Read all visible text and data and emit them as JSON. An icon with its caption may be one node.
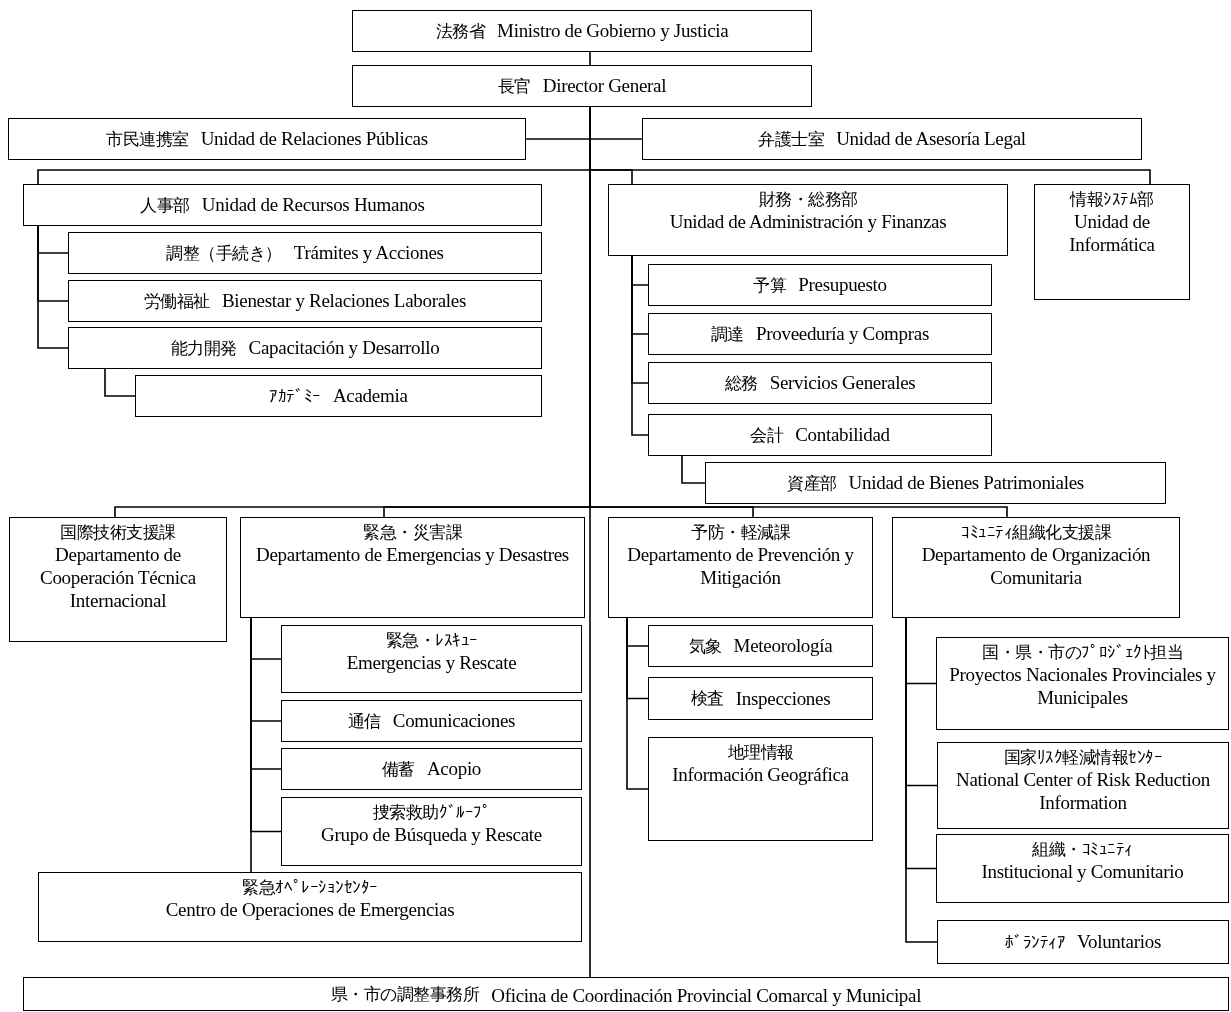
{
  "diagram": {
    "nodes": [
      {
        "text": [
          "法務省",
          "Ministro de Gobierno y Justicia"
        ]
      },
      {
        "text": [
          "長官",
          "Director General"
        ]
      },
      {
        "text": [
          "市民連携室",
          "Unidad de Relaciones Públicas"
        ]
      },
      {
        "text": [
          "弁護士室",
          "Unidad de Asesoría Legal"
        ]
      },
      {
        "text": [
          "人事部",
          "Unidad de Recursos Humanos"
        ]
      },
      {
        "text": [
          "調整（手続き）",
          "Trámites y Acciones"
        ]
      },
      {
        "text": [
          "労働福祉",
          "Bienestar y Relaciones Laborales"
        ]
      },
      {
        "text": [
          "能力開発",
          "Capacitación y Desarrollo"
        ]
      },
      {
        "text": [
          "ｱｶﾃﾞﾐｰ",
          "Academia"
        ]
      },
      {
        "text": [
          "財務・総務部",
          "Unidad de Administración y Finanzas"
        ]
      },
      {
        "text": [
          "情報ｼｽﾃﾑ部",
          "Unidad de Informática"
        ]
      },
      {
        "text": [
          "予算",
          "Presupuesto"
        ]
      },
      {
        "text": [
          "調達",
          "Proveeduría y Compras"
        ]
      },
      {
        "text": [
          "総務",
          "Servicios Generales"
        ]
      },
      {
        "text": [
          "会計",
          "Contabilidad"
        ]
      },
      {
        "text": [
          "資産部",
          "Unidad de Bienes Patrimoniales"
        ]
      },
      {
        "text": [
          "国際技術支援課",
          "Departamento de Cooperación Técnica Internacional"
        ]
      },
      {
        "text": [
          "緊急・災害課",
          "Departamento de Emergencias y Desastres"
        ]
      },
      {
        "text": [
          "緊急・ﾚｽｷｭｰ",
          "Emergencias y Rescate"
        ]
      },
      {
        "text": [
          "通信",
          "Comunicaciones"
        ]
      },
      {
        "text": [
          "備蓄",
          "Acopio"
        ]
      },
      {
        "text": [
          "捜索救助ｸﾞﾙｰﾌﾟ",
          "Grupo de Búsqueda y Rescate"
        ]
      },
      {
        "text": [
          "緊急ｵﾍﾟﾚｰｼｮﾝｾﾝﾀｰ",
          "Centro de Operaciones de Emergencias"
        ]
      },
      {
        "text": [
          "予防・軽減課",
          "Departamento de Prevención y Mitigación"
        ]
      },
      {
        "text": [
          "ｺﾐｭﾆﾃｨ組織化支援課",
          "Departamento de Organización Comunitaria"
        ]
      },
      {
        "text": [
          "気象",
          "Meteorología"
        ]
      },
      {
        "text": [
          "検査",
          "Inspecciones"
        ]
      },
      {
        "text": [
          "地理情報",
          "Información Geográfica"
        ]
      },
      {
        "text": [
          "国・県・市のﾌﾟﾛｼﾞｪｸﾄ担当",
          "Proyectos Nacionales Provinciales y Municipales"
        ]
      },
      {
        "text": [
          "国家ﾘｽｸ軽減情報ｾﾝﾀｰ",
          "National Center of Risk Reduction Information"
        ]
      },
      {
        "text": [
          "組織・ｺﾐｭﾆﾃｨ",
          "Institucional y Comunitario"
        ]
      },
      {
        "text": [
          "ﾎﾞﾗﾝﾃｨｱ",
          "Voluntarios"
        ]
      },
      {
        "text": [
          "県・市の調整事務所",
          "Oficina de Coordinación Provincial Comarcal y Municipal"
        ]
      }
    ],
    "edges": [
      {
        "from": 0,
        "to": 1,
        "arrow": "none"
      },
      {
        "from": 1,
        "to": 2,
        "arrow": "none"
      },
      {
        "from": 1,
        "to": 3,
        "arrow": "none"
      },
      {
        "from": 1,
        "to": 4,
        "arrow": "none"
      },
      {
        "from": 1,
        "to": 9,
        "arrow": "none"
      },
      {
        "from": 1,
        "to": 10,
        "arrow": "none"
      },
      {
        "from": 4,
        "to": 5,
        "arrow": "none"
      },
      {
        "from": 4,
        "to": 6,
        "arrow": "none"
      },
      {
        "from": 4,
        "to": 7,
        "arrow": "none"
      },
      {
        "from": 7,
        "to": 8,
        "arrow": "none"
      },
      {
        "from": 9,
        "to": 11,
        "arrow": "none"
      },
      {
        "from": 9,
        "to": 12,
        "arrow": "none"
      },
      {
        "from": 9,
        "to": 13,
        "arrow": "none"
      },
      {
        "from": 9,
        "to": 14,
        "arrow": "none"
      },
      {
        "from": 14,
        "to": 15,
        "arrow": "none"
      },
      {
        "from": 1,
        "to": 16,
        "arrow": "none"
      },
      {
        "from": 1,
        "to": 17,
        "arrow": "none"
      },
      {
        "from": 1,
        "to": 23,
        "arrow": "none"
      },
      {
        "from": 1,
        "to": 24,
        "arrow": "none"
      },
      {
        "from": 17,
        "to": 18,
        "arrow": "none"
      },
      {
        "from": 17,
        "to": 19,
        "arrow": "none"
      },
      {
        "from": 17,
        "to": 20,
        "arrow": "none"
      },
      {
        "from": 17,
        "to": 21,
        "arrow": "none"
      },
      {
        "from": 17,
        "to": 22,
        "arrow": "none"
      },
      {
        "from": 23,
        "to": 25,
        "arrow": "none"
      },
      {
        "from": 23,
        "to": 26,
        "arrow": "none"
      },
      {
        "from": 23,
        "to": 27,
        "arrow": "none"
      },
      {
        "from": 24,
        "to": 28,
        "arrow": "none"
      },
      {
        "from": 24,
        "to": 29,
        "arrow": "none"
      },
      {
        "from": 24,
        "to": 30,
        "arrow": "none"
      },
      {
        "from": 24,
        "to": 31,
        "arrow": "none"
      },
      {
        "from": 1,
        "to": 32,
        "arrow": "none"
      }
    ]
  }
}
